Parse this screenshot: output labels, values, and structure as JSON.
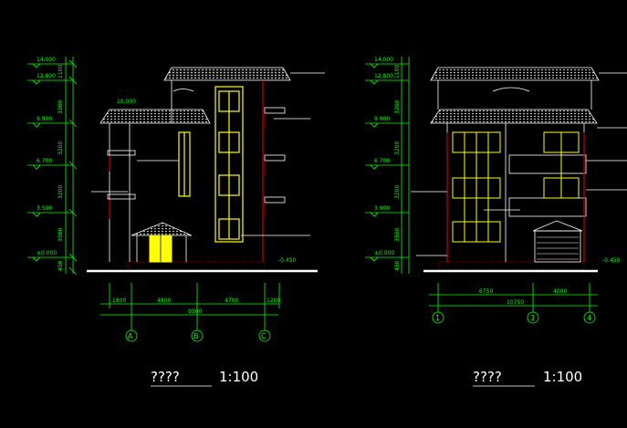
{
  "colors": {
    "background": "#000000",
    "dimension": "#00ff00",
    "wall": "#ffffff",
    "column": "#cc0000",
    "window": "#ffff00",
    "roof": "#ffffff",
    "axis_label": "#00ff00"
  },
  "left": {
    "levels": [
      "14.000",
      "12.800",
      "9.900",
      "6.700",
      "3.500",
      "±0.000",
      "10.000",
      "-0.450"
    ],
    "floor_heights": [
      "1100",
      "3200",
      "3200",
      "3200",
      "3500",
      "450"
    ],
    "bottom_dims": [
      "1800",
      "4800",
      "4700",
      "1200"
    ],
    "total_dim": "9500",
    "axes": [
      "A",
      "B",
      "C"
    ],
    "title": "????",
    "scale": "1:100"
  },
  "right": {
    "levels": [
      "14.000",
      "12.800",
      "9.900",
      "6.700",
      "3.900",
      "±0.000",
      "-0.450"
    ],
    "floor_heights": [
      "1100",
      "3200",
      "3200",
      "3200",
      "3500",
      "450"
    ],
    "bottom_dims": [
      "6750",
      "4000"
    ],
    "total_dim": "10750",
    "axes": [
      "1",
      "3",
      "4"
    ],
    "title": "????",
    "scale": "1:100"
  }
}
